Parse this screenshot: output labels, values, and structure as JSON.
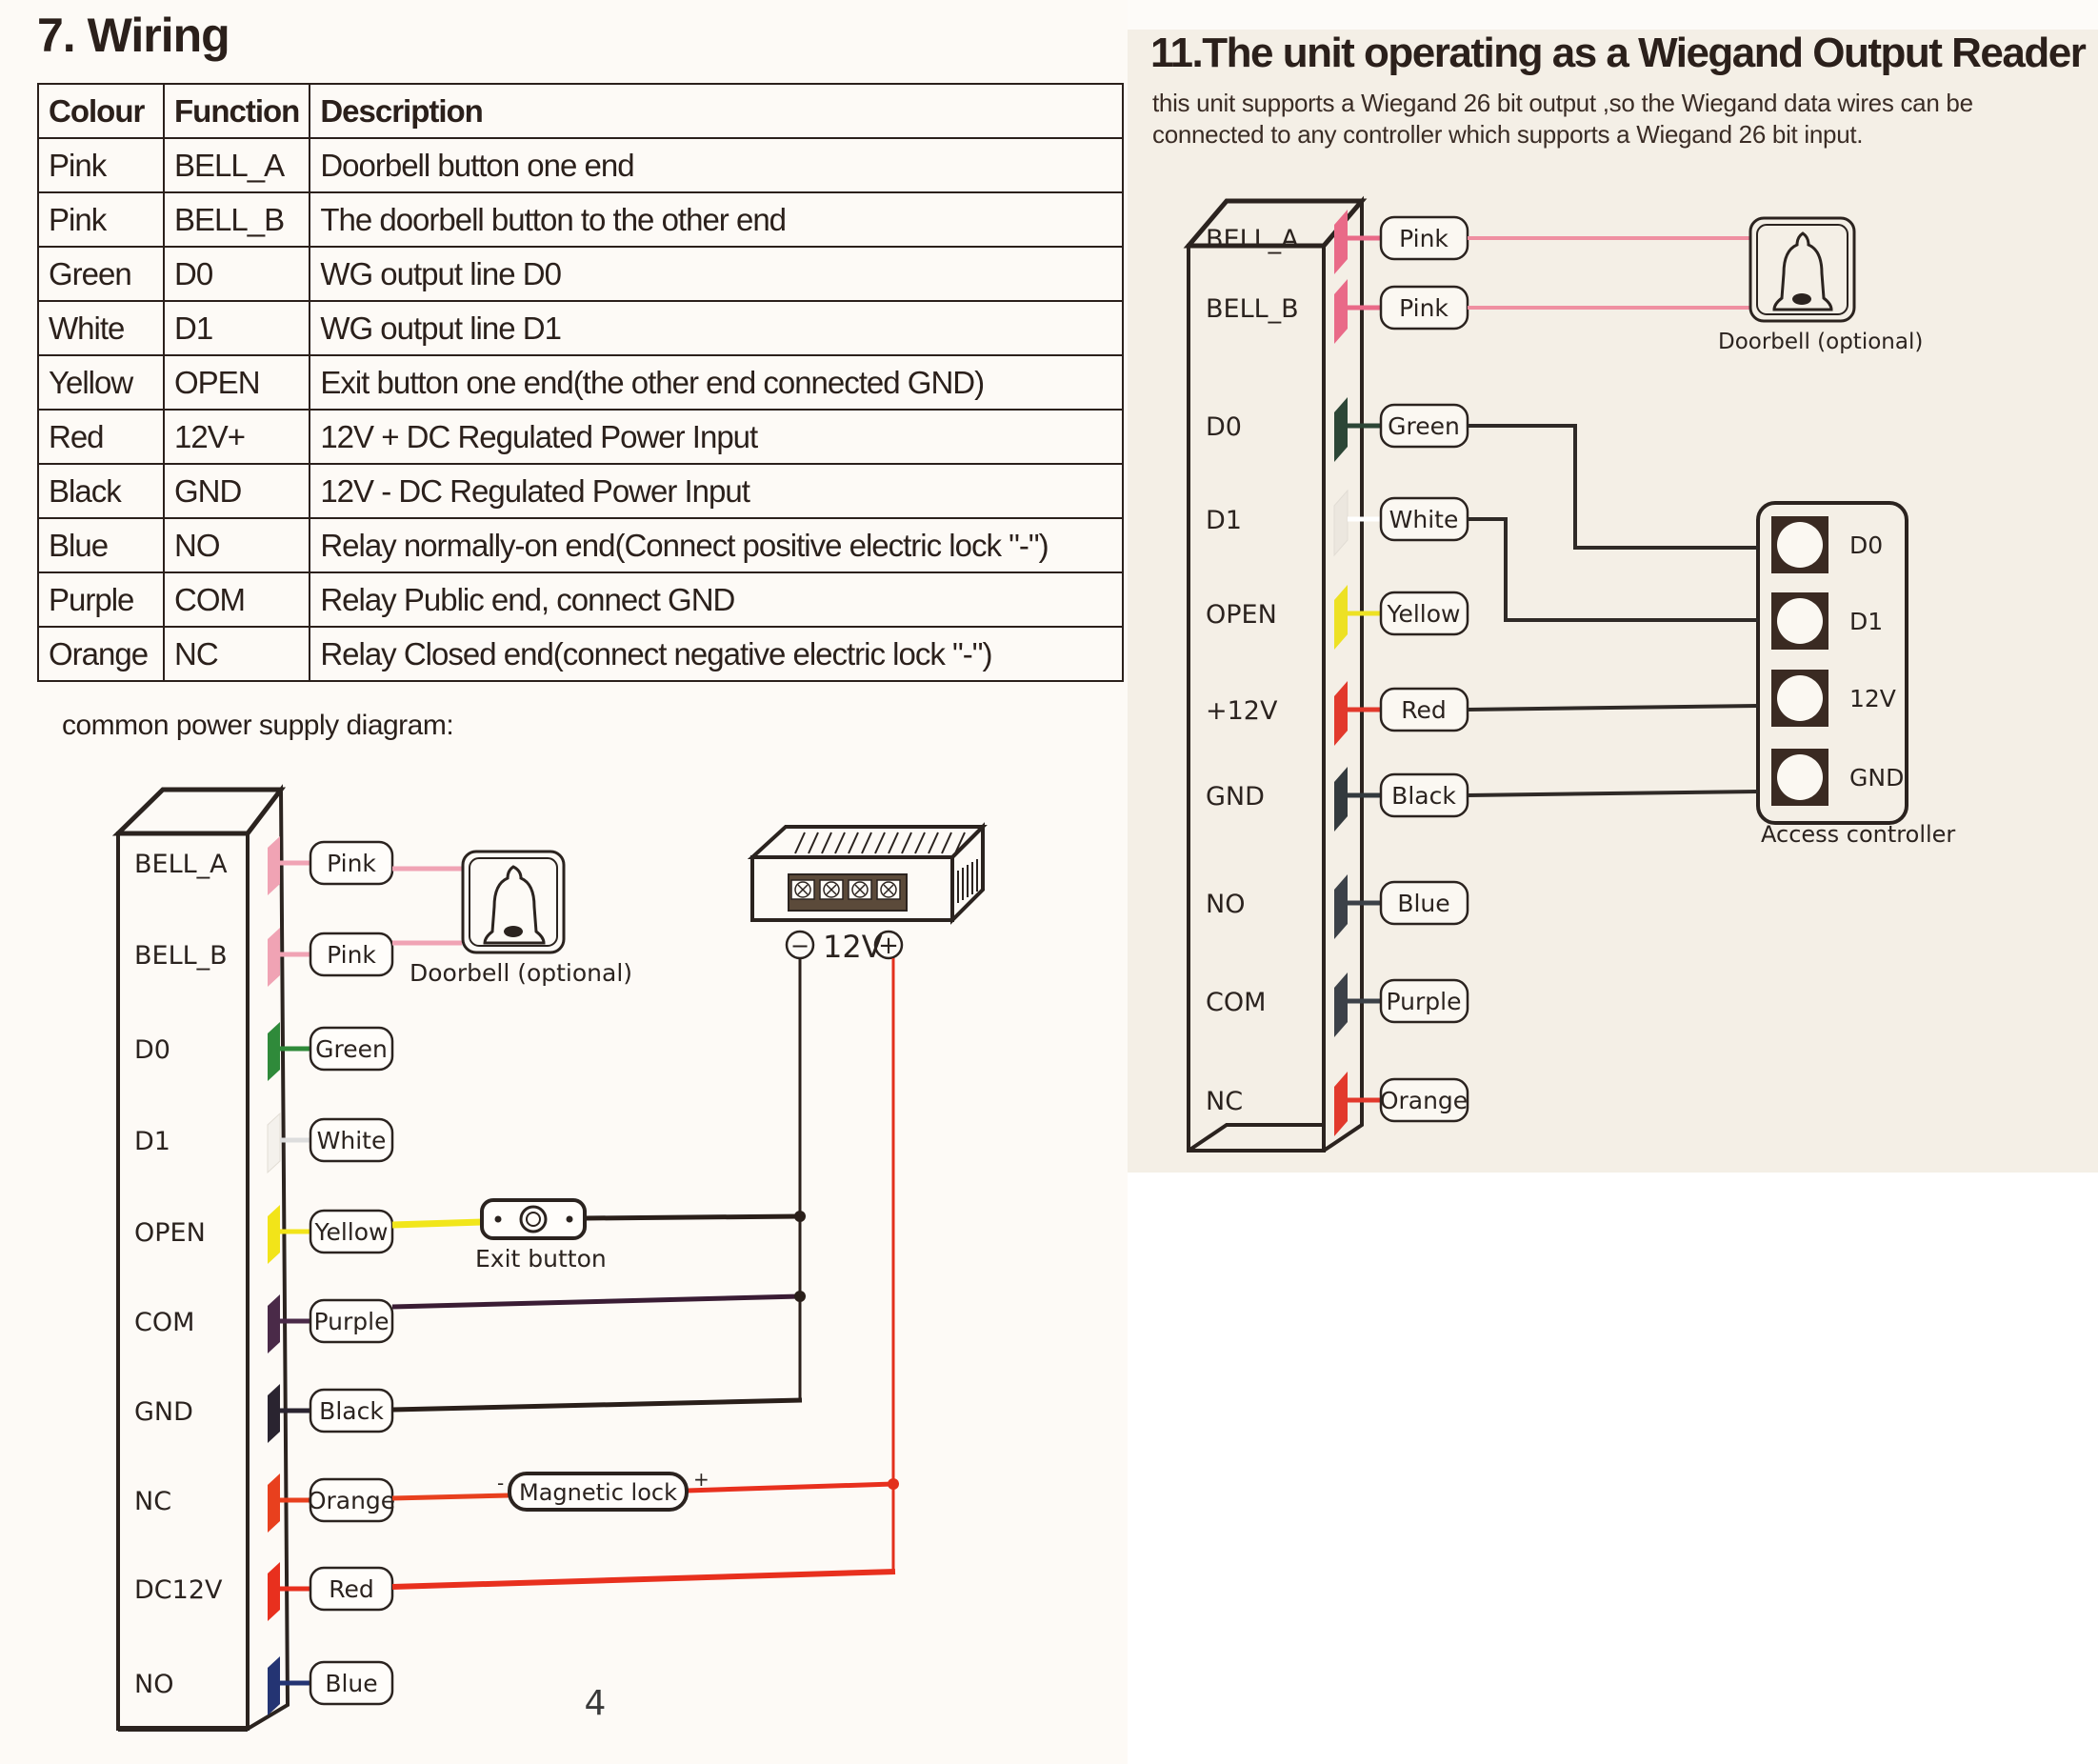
{
  "wiring": {
    "title": "7. Wiring",
    "table": {
      "headers": [
        "Colour",
        "Function",
        "Description"
      ],
      "rows": [
        {
          "colour": "Pink",
          "function": "BELL_A",
          "description": "Doorbell button one end"
        },
        {
          "colour": "Pink",
          "function": "BELL_B",
          "description": "The doorbell button to the other end"
        },
        {
          "colour": "Green",
          "function": "D0",
          "description": "WG output line D0"
        },
        {
          "colour": "White",
          "function": "D1",
          "description": "WG output line D1"
        },
        {
          "colour": "Yellow",
          "function": "OPEN",
          "description": "Exit button one end(the other end connected GND)"
        },
        {
          "colour": "Red",
          "function": "12V+",
          "description": "12V + DC Regulated Power Input"
        },
        {
          "colour": "Black",
          "function": "GND",
          "description": "12V - DC Regulated Power Input"
        },
        {
          "colour": "Blue",
          "function": "NO",
          "description": "Relay normally-on end(Connect positive electric lock \"-\")"
        },
        {
          "colour": "Purple",
          "function": "COM",
          "description": "Relay Public end, connect GND"
        },
        {
          "colour": "Orange",
          "function": "NC",
          "description": "Relay Closed end(connect negative electric lock \"-\")"
        }
      ]
    }
  },
  "power_diagram": {
    "caption": "common power supply diagram:",
    "pins": [
      {
        "label": "BELL_A",
        "wire": "Pink",
        "color": "#f0a3b4"
      },
      {
        "label": "BELL_B",
        "wire": "Pink",
        "color": "#f0a3b4"
      },
      {
        "label": "D0",
        "wire": "Green",
        "color": "#2f8a3a"
      },
      {
        "label": "D1",
        "wire": "White",
        "color": "#f4f1ec"
      },
      {
        "label": "OPEN",
        "wire": "Yellow",
        "color": "#f2e419"
      },
      {
        "label": "COM",
        "wire": "Purple",
        "color": "#4a2a48"
      },
      {
        "label": "GND",
        "wire": "Black",
        "color": "#2a2430"
      },
      {
        "label": "NC",
        "wire": "Orange",
        "color": "#e8401e"
      },
      {
        "label": "DC12V",
        "wire": "Red",
        "color": "#e8301e"
      },
      {
        "label": "NO",
        "wire": "Blue",
        "color": "#243473"
      }
    ],
    "doorbell_label": "Doorbell (optional)",
    "psu_label": "12V",
    "psu_minus": "−",
    "psu_plus": "+",
    "exit_button_label": "Exit button",
    "maglock_label": "Magnetic lock",
    "maglock_minus": "-",
    "maglock_plus": "+",
    "page_number": "4"
  },
  "wiegand": {
    "title": "11.The unit operating as a Wiegand Output Reader",
    "subtitle_lines": [
      "this unit supports a Wiegand 26 bit output ,so the Wiegand data wires can be",
      "connected to any controller which supports a Wiegand 26 bit input."
    ],
    "pins": [
      {
        "label": "BELL_A",
        "wire": "Pink",
        "color": "#e96a88"
      },
      {
        "label": "BELL_B",
        "wire": "Pink",
        "color": "#e96a88"
      },
      {
        "label": "D0",
        "wire": "Green",
        "color": "#2c4636"
      },
      {
        "label": "D1",
        "wire": "White",
        "color": "#ece7df"
      },
      {
        "label": "OPEN",
        "wire": "Yellow",
        "color": "#ede124"
      },
      {
        "label": "+12V",
        "wire": "Red",
        "color": "#e2392c"
      },
      {
        "label": "GND",
        "wire": "Black",
        "color": "#333a3e"
      },
      {
        "label": "NO",
        "wire": "Blue",
        "color": "#3c4148"
      },
      {
        "label": "COM",
        "wire": "Purple",
        "color": "#3c4148"
      },
      {
        "label": "NC",
        "wire": "Orange",
        "color": "#e2392c"
      }
    ],
    "doorbell_label": "Doorbell (optional)",
    "controller": {
      "label": "Access controller",
      "terminals": [
        "D0",
        "D1",
        "12V",
        "GND"
      ]
    }
  }
}
